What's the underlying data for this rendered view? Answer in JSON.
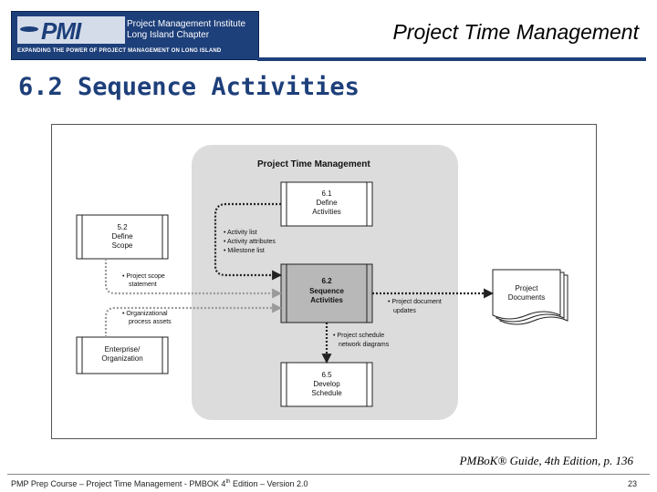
{
  "header": {
    "logo_text": "PMI",
    "org_name_line1": "Project Management Institute",
    "org_name_line2": "Long Island Chapter",
    "tagline": "EXPANDING THE POWER OF PROJECT MANAGEMENT ON LONG ISLAND",
    "title": "Project Time Management"
  },
  "slide": {
    "title": "6.2 Sequence Activities",
    "citation": "PMBoK® Guide, 4th Edition, p. 136"
  },
  "diagram": {
    "group_title": "Project Time Management",
    "processes": {
      "define_activities": [
        "6.1",
        "Define",
        "Activities"
      ],
      "sequence_activities": [
        "6.2",
        "Sequence",
        "Activities"
      ],
      "develop_schedule": [
        "6.5",
        "Develop",
        "Schedule"
      ],
      "define_scope": [
        "5.2",
        "Define",
        "Scope"
      ],
      "enterprise": [
        "Enterprise/",
        "Organization"
      ],
      "project_documents": [
        "Project",
        "Documents"
      ]
    },
    "flows": {
      "from_define_activities": [
        "• Activity list",
        "• Activity attributes",
        "• Milestone list"
      ],
      "from_define_scope": [
        "• Project scope",
        "statement"
      ],
      "from_enterprise": [
        "• Organizational",
        "process assets"
      ],
      "to_project_documents": [
        "• Project document",
        "updates"
      ],
      "to_develop_schedule": [
        "• Project schedule",
        "network diagrams"
      ]
    },
    "colors": {
      "panel": "#dcdcdc",
      "process_box": "#ffffff",
      "focus_box": "#b8b8b8",
      "arrow": "#222222"
    }
  },
  "footer": {
    "course_prefix": "PMP Prep Course – Project Time Management - PMBOK 4",
    "course_superscript": "th",
    "course_suffix": " Edition – Version 2.0",
    "page_number": "23"
  }
}
